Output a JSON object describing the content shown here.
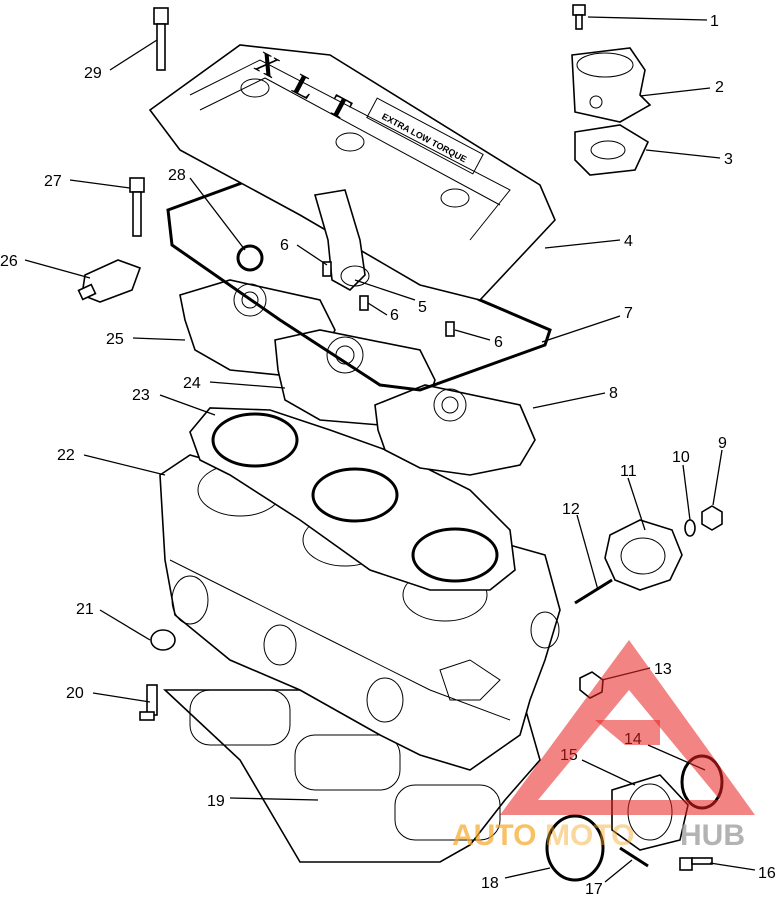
{
  "diagram": {
    "cover_text": [
      "X",
      "L",
      "T"
    ],
    "cover_badge_text": [
      "EXTRA LOW TORQUE"
    ],
    "callouts": [
      {
        "id": "1",
        "label": "1"
      },
      {
        "id": "2",
        "label": "2"
      },
      {
        "id": "3",
        "label": "3"
      },
      {
        "id": "4",
        "label": "4"
      },
      {
        "id": "5",
        "label": "5"
      },
      {
        "id": "6a",
        "label": "6"
      },
      {
        "id": "6b",
        "label": "6"
      },
      {
        "id": "6c",
        "label": "6"
      },
      {
        "id": "7",
        "label": "7"
      },
      {
        "id": "8",
        "label": "8"
      },
      {
        "id": "9",
        "label": "9"
      },
      {
        "id": "10",
        "label": "10"
      },
      {
        "id": "11",
        "label": "11"
      },
      {
        "id": "12",
        "label": "12"
      },
      {
        "id": "13",
        "label": "13"
      },
      {
        "id": "14",
        "label": "14"
      },
      {
        "id": "15",
        "label": "15"
      },
      {
        "id": "16",
        "label": "16"
      },
      {
        "id": "17",
        "label": "17"
      },
      {
        "id": "18",
        "label": "18"
      },
      {
        "id": "19",
        "label": "19"
      },
      {
        "id": "20",
        "label": "20"
      },
      {
        "id": "21",
        "label": "21"
      },
      {
        "id": "22",
        "label": "22"
      },
      {
        "id": "23",
        "label": "23"
      },
      {
        "id": "24",
        "label": "24"
      },
      {
        "id": "25",
        "label": "25"
      },
      {
        "id": "26",
        "label": "26"
      },
      {
        "id": "27",
        "label": "27"
      },
      {
        "id": "28",
        "label": "28"
      },
      {
        "id": "29",
        "label": "29"
      }
    ]
  },
  "watermark": {
    "text_left": "AUTO",
    "text_mid": "MOTO",
    "text_right": "HUB",
    "colors": {
      "triangle": "#e8201e",
      "text_left": "#f5a623",
      "text_right": "#9a9a9a"
    }
  }
}
